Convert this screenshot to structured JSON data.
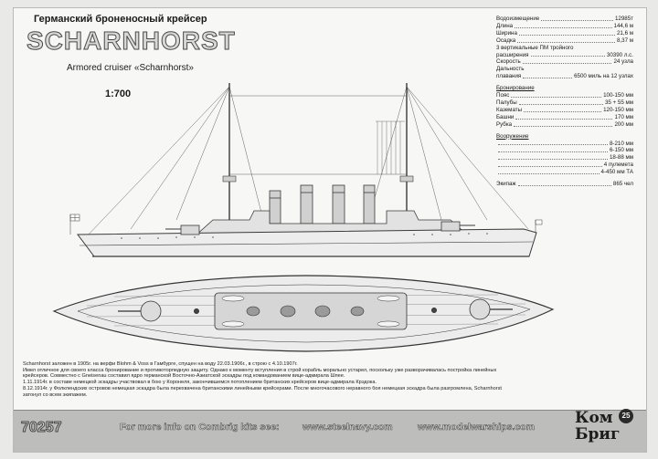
{
  "header": {
    "title_ru": "Германский броненосный крейсер",
    "title_en": "SCHARNHORST",
    "subtitle_en": "Armored cruiser «Scharnhorst»",
    "scale": "1:700"
  },
  "specs": {
    "main": [
      {
        "k": "Водоизмещение",
        "v": "12985т"
      },
      {
        "k": "Длина",
        "v": "144,6 м"
      },
      {
        "k": "Ширина",
        "v": "21,6 м"
      },
      {
        "k": "Осадка",
        "v": "8,37 м"
      },
      {
        "k": "3 вертикальные ПМ тройного",
        "v": ""
      },
      {
        "k": "расширения",
        "v": "30390 л.с."
      },
      {
        "k": "Скорость",
        "v": "24 узла"
      },
      {
        "k": "Дальность",
        "v": ""
      },
      {
        "k": "плавания",
        "v": "6500 миль на 12 узлах"
      }
    ],
    "armor_heading": "Бронирование",
    "armor": [
      {
        "k": "Пояс",
        "v": "100-150 мм"
      },
      {
        "k": "Палубы",
        "v": "35 + 55 мм"
      },
      {
        "k": "Казематы",
        "v": "120-150 мм"
      },
      {
        "k": "Башни",
        "v": "170 мм"
      },
      {
        "k": "Рубка",
        "v": "200 мм"
      }
    ],
    "armament_heading": "Вооружение",
    "armament": [
      {
        "k": "",
        "v": "8-210 мм"
      },
      {
        "k": "",
        "v": "6-150 мм"
      },
      {
        "k": "",
        "v": "18-88 мм"
      },
      {
        "k": "",
        "v": "4 пулемета"
      },
      {
        "k": "",
        "v": "4-450 мм ТА"
      }
    ],
    "crew": {
      "k": "Экипаж",
      "v": "865 чел"
    }
  },
  "description": [
    "Scharnhorst заложен в 1905г. на верфи Blohm & Voss в Гамбурге, спущен на воду 22.03.1906г., в строю с 4.10.1907г.",
    "Имел отличное для своего класса бронирование и противоторпедную защиту. Однако к моменту вступления в строй корабль морально устарел, поскольку уже разворачивалась постройка линейных",
    "крейсеров. Совместно с Gneisenau составил ядро германской Восточно-Азиатской эскадры под командованием вице-адмирала Шпее.",
    "1.11.1914г. в составе немецкой эскадры участвовал в бою у Коронеля, закончившемся потоплением британских крейсеров вице-адмирала Крэдока.",
    "8.12.1914г. у Фолклендских островов немецкая эскадра была перехвачена британскими линейными крейсерами. После многочасового неравного боя немецкая эскадра была разгромлена, Scharnhorst",
    "затонул со всем экипажем."
  ],
  "footer": {
    "catalog_no": "70257",
    "more_info": "For more info on Combrig kits see:",
    "site1": "www.steelnavy.com",
    "site2": "www.modelwarships.com",
    "brand_line1": "Ком",
    "brand_line2": "Бриг",
    "badge": "25"
  }
}
